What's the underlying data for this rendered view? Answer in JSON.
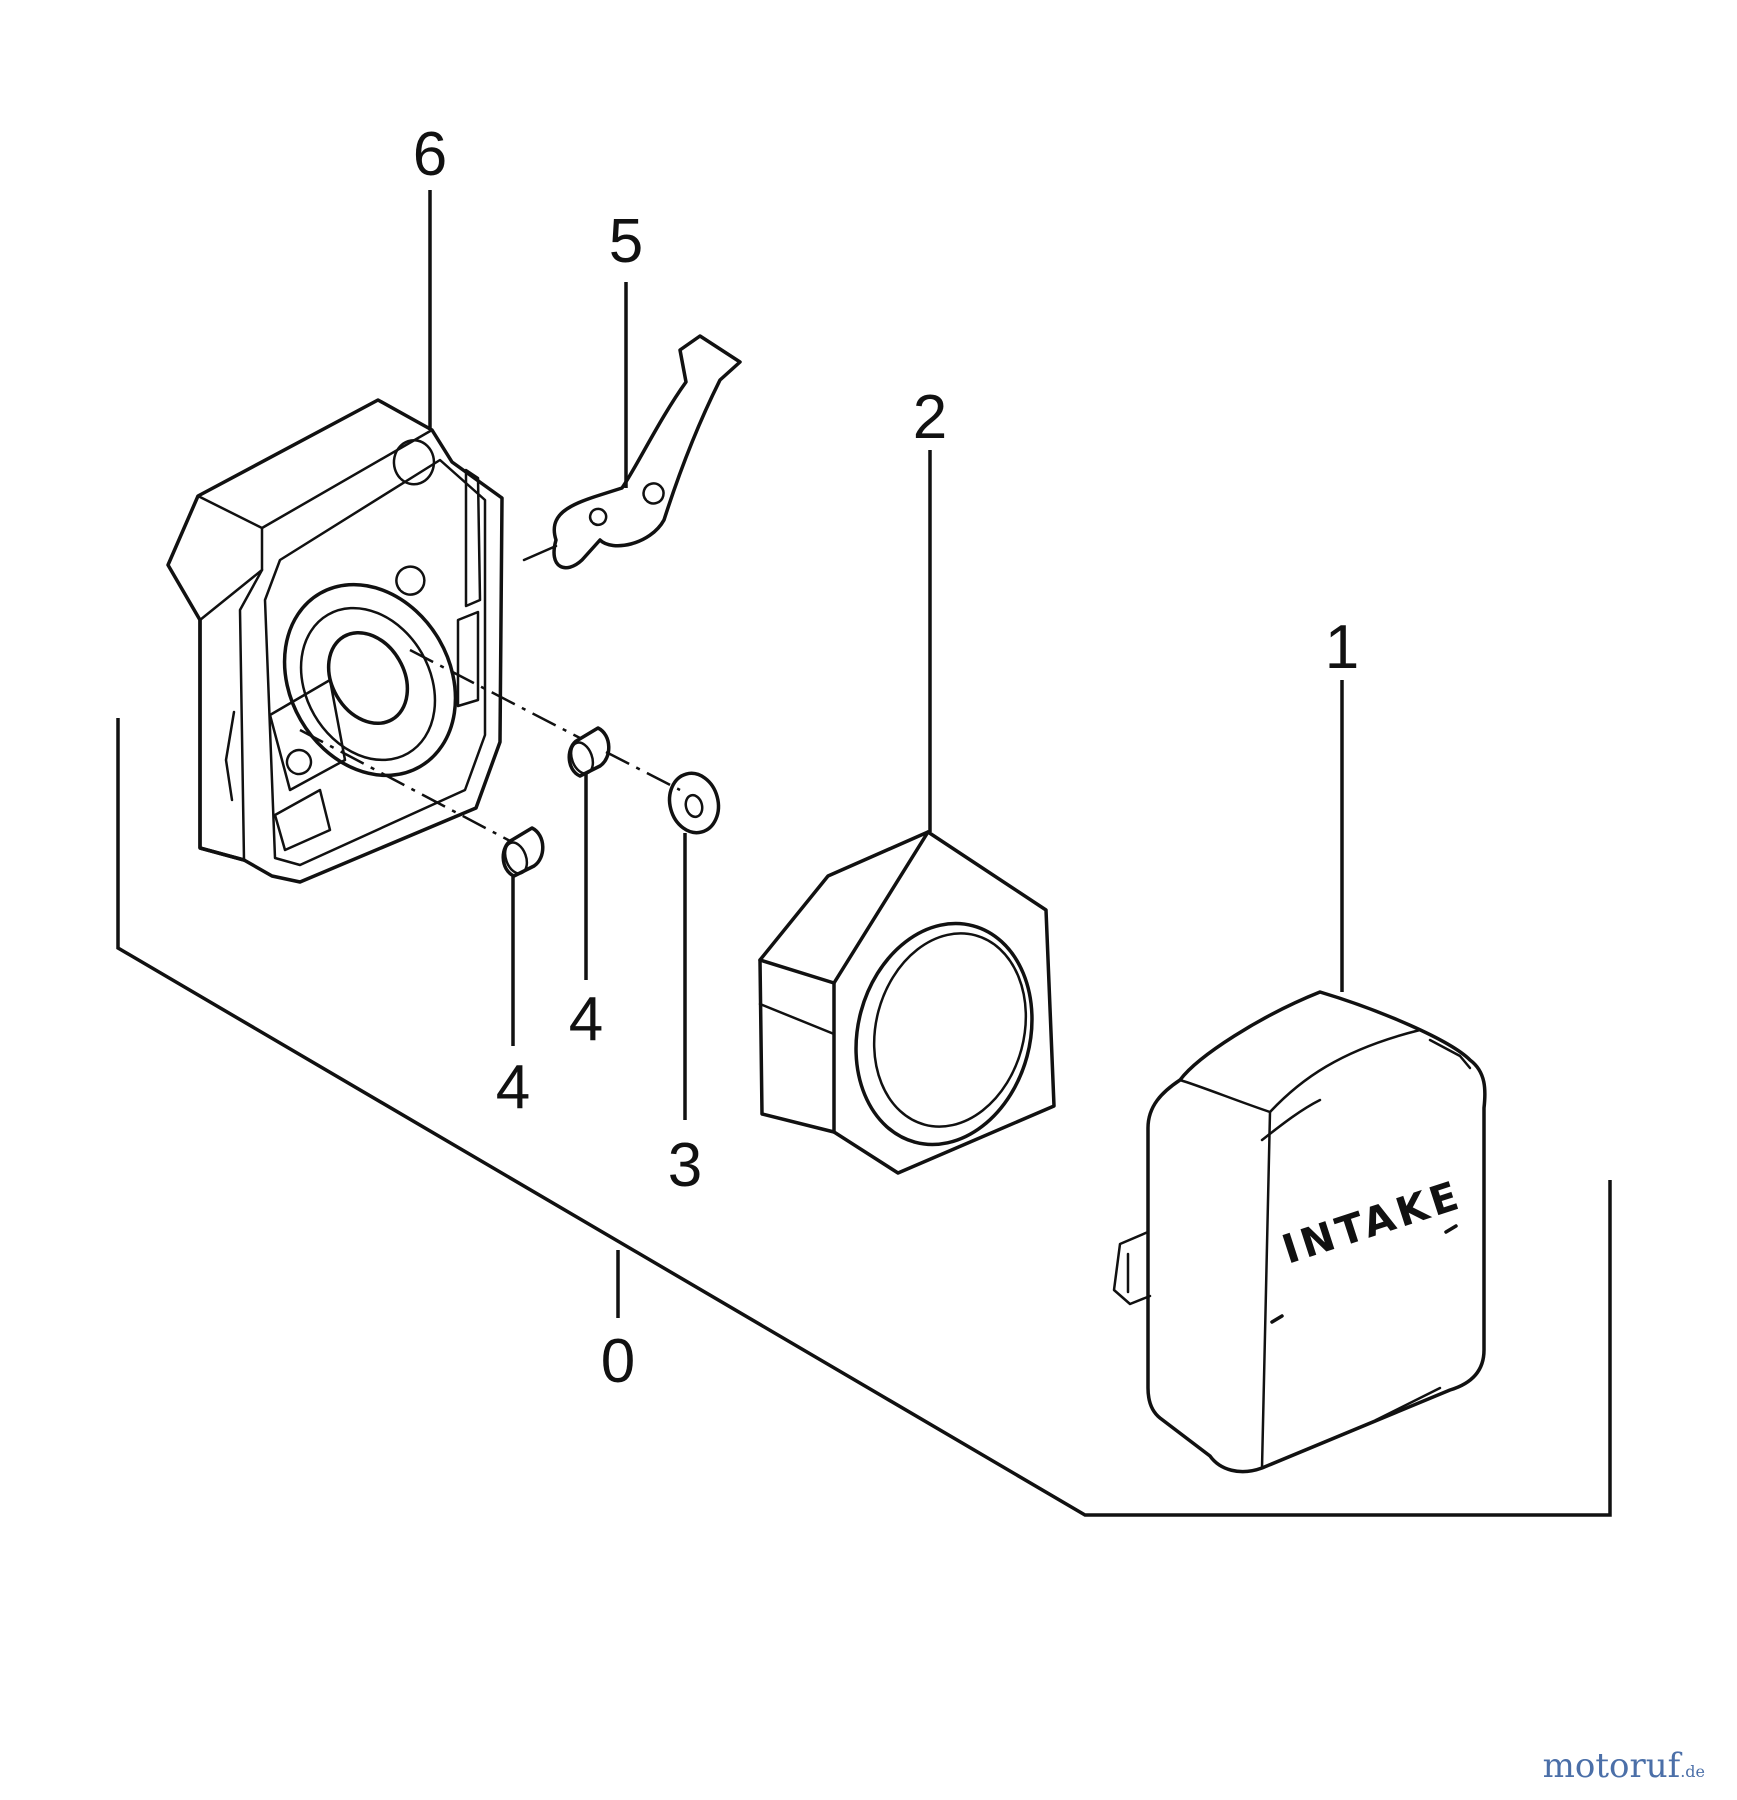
{
  "callouts": {
    "c0": "0",
    "c1": "1",
    "c2": "2",
    "c3": "3",
    "c4a": "4",
    "c4b": "4",
    "c5": "5",
    "c6": "6"
  },
  "part_texts": {
    "intake": "INTAKE"
  },
  "watermark": {
    "name": "motoruf",
    "tld": ".de"
  },
  "colors": {
    "line": "#111111",
    "watermark": "#4b6fa8"
  }
}
